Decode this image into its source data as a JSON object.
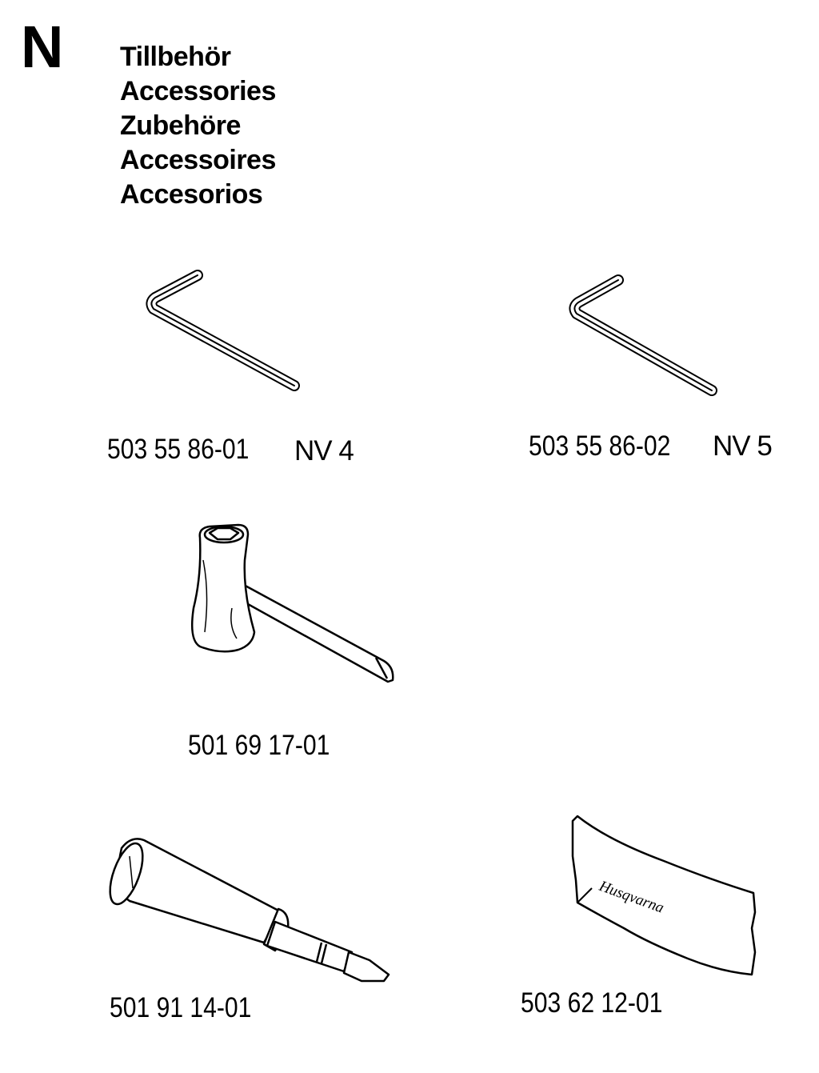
{
  "section": {
    "letter": "N",
    "titles": [
      "Tillbehör",
      "Accessories",
      "Zubehöre",
      "Accessoires",
      "Accesorios"
    ]
  },
  "items": [
    {
      "part_number": "503 55 86-01",
      "size": "NV 4",
      "icon": "hex-key-icon"
    },
    {
      "part_number": "503 55 86-02",
      "size": "NV 5",
      "icon": "hex-key-icon"
    },
    {
      "part_number": "501 69 17-01",
      "icon": "combination-spanner-icon"
    },
    {
      "part_number": "501 91 14-01",
      "icon": "grease-gun-icon"
    },
    {
      "part_number": "503 62 12-01",
      "icon": "tool-bag-icon",
      "bag_text": "Husqvarna"
    }
  ]
}
